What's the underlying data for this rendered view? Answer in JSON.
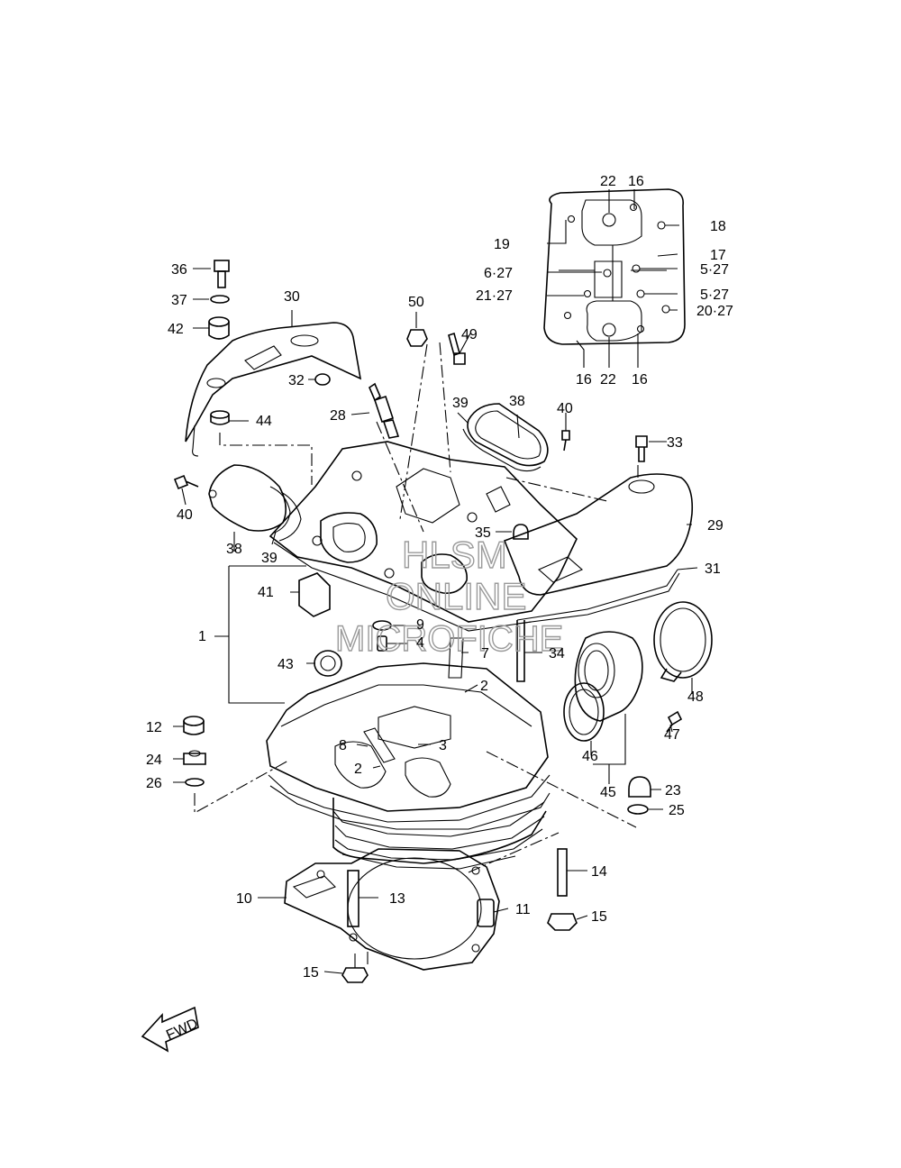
{
  "watermark": {
    "line1": "HLSM",
    "line2": "ONLINE",
    "line3": "MICROFICHE"
  },
  "fwd_label": "FWD",
  "callouts": {
    "c1": "1",
    "c2a": "2",
    "c2b": "2",
    "c3": "3",
    "c4": "4",
    "c7": "7",
    "c8": "8",
    "c9": "9",
    "c10": "10",
    "c11": "11",
    "c12": "12",
    "c13": "13",
    "c14": "14",
    "c15a": "15",
    "c15b": "15",
    "c16a": "16",
    "c16b": "16",
    "c16c": "16",
    "c17": "17",
    "c18": "18",
    "c19": "19",
    "c20_27": "20·27",
    "c21_27": "21·27",
    "c22a": "22",
    "c22b": "22",
    "c23": "23",
    "c24": "24",
    "c25": "25",
    "c26": "26",
    "c28": "28",
    "c29": "29",
    "c30": "30",
    "c31": "31",
    "c32": "32",
    "c33": "33",
    "c34": "34",
    "c35": "35",
    "c36": "36",
    "c37": "37",
    "c38a": "38",
    "c38b": "38",
    "c39a": "39",
    "c39b": "39",
    "c40a": "40",
    "c40b": "40",
    "c41": "41",
    "c42": "42",
    "c43": "43",
    "c44": "44",
    "c45": "45",
    "c46": "46",
    "c47": "47",
    "c48": "48",
    "c49": "49",
    "c50": "50",
    "c5_27a": "5·27",
    "c5_27b": "5·27",
    "c6_27": "6·27"
  }
}
